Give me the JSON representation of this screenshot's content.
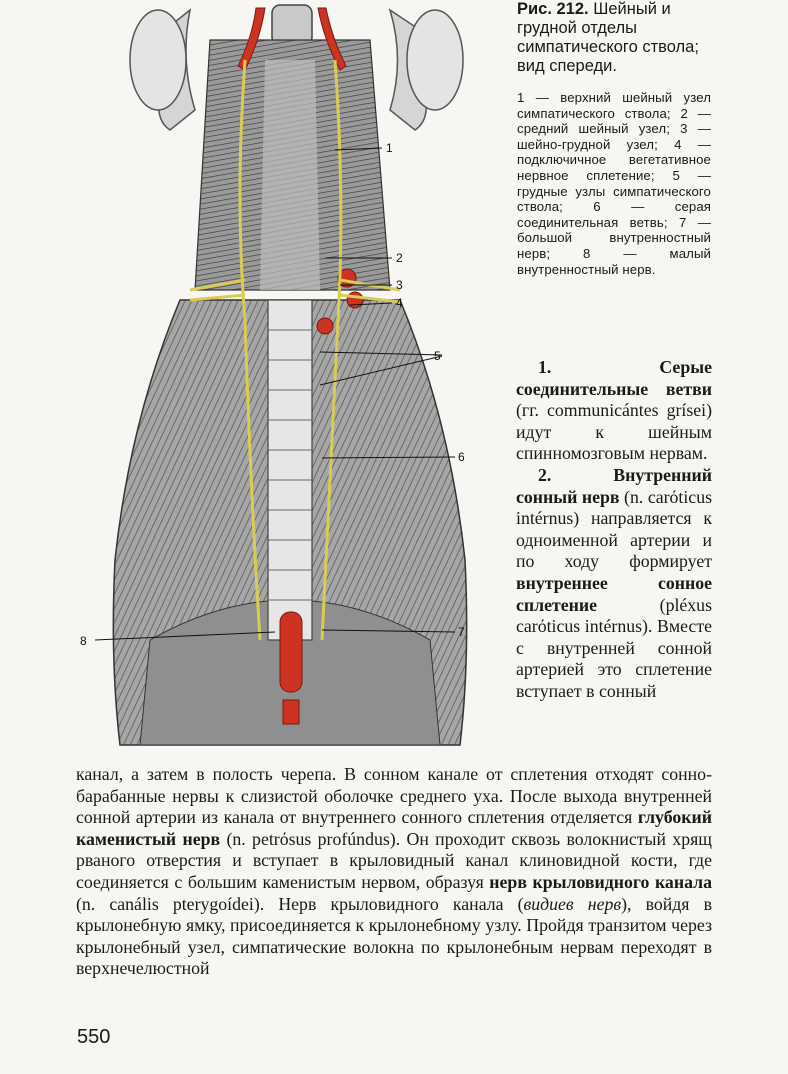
{
  "figure": {
    "labels": [
      "1",
      "2",
      "3",
      "4",
      "5",
      "6",
      "7",
      "8"
    ]
  },
  "caption": {
    "fig_number": "Рис. 212.",
    "title": "Шейный и грудной отделы симпатического ствола; вид спереди.",
    "legend": "1 — верхний шейный узел симпатического ствола; 2 — средний шейный узел; 3 — шейно-грудной узел; 4 — подключичное вегетативное нервное сплетение; 5 — грудные узлы симпатического ствола; 6 — серая соединительная ветвь; 7 — большой внутренностный нерв; 8 — малый внутренностный нерв."
  },
  "side": {
    "p1_term": "1. Серые соединительные ветви",
    "p1_rest": " (гг. communicántes grísei) идут к шейным спинномозговым нервам.",
    "p2_term": "2. Внутренний сонный нерв",
    "p2_mid": " (n. carόticus intérnus) направляется к одноименной артерии и по ходу формирует ",
    "p2_term2": "внутреннее сонное сплетение",
    "p2_rest": " (pléxus carόticus intérnus). Вместе с внутренней сонной артерией это сплетение вступает в сонный"
  },
  "body": {
    "t1": "канал, а затем в полость черепа. В сонном канале от сплетения отходят сонно-барабанные нервы к слизистой оболочке среднего уха. После выхода внутренней сонной артерии из канала от внутреннего сонного сплетения отделяется ",
    "b1": "глубокий каменистый нерв",
    "t2": " (n. petrόsus profúndus). Он проходит сквозь волокнистый хрящ рваного отверстия и вступает в крыловидный канал клиновидной кости, где соединяется с большим каменистым нервом, образуя ",
    "b2": "нерв крыловидного канала",
    "t3": " (n. canális pterygoídei). Нерв крыловидного канала (",
    "i1": "видиев нерв",
    "t4": "), войдя в крылонебную ямку, присоединяется к крылонебному узлу. Пройдя транзитом через крылонебный узел, симпатические волокна по крылонебным нервам переходят в верхнечелюстной"
  },
  "page_number": "550",
  "colors": {
    "paper": "#f7f6f2",
    "nerve": "#d8cc55",
    "artery": "#cc3322",
    "tissue": "#8a8a8a"
  }
}
